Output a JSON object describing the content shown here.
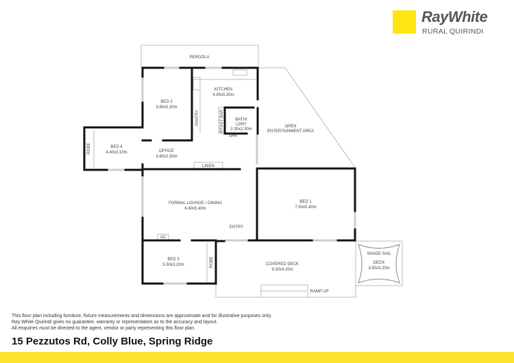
{
  "brand": {
    "name": "RayWhite",
    "office": "RURAL QUIRINDI",
    "accent_color": "#ffe512"
  },
  "floorplan": {
    "rooms": [
      {
        "name": "PERGOLA",
        "dims": ""
      },
      {
        "name": "KITCHEN",
        "dims": "4.90x5.30m"
      },
      {
        "name": "BED 2",
        "dims": "3.80x5.30m"
      },
      {
        "name": "PANTRY",
        "dims": ""
      },
      {
        "name": "B'FAST BAR",
        "dims": ""
      },
      {
        "name": "BATH/",
        "name2": "LDRY",
        "dims": "2.30x2.30m"
      },
      {
        "name": "SHR",
        "dims": ""
      },
      {
        "name": "OPEN",
        "name2": "ENTERTAINMENT AREA",
        "dims": ""
      },
      {
        "name": "BED 4",
        "dims": "4.40x3.10m"
      },
      {
        "name": "ROBE",
        "dims": ""
      },
      {
        "name": "OFFICE",
        "dims": "3.80x2.30m"
      },
      {
        "name": "LINEN",
        "dims": ""
      },
      {
        "name": "FORMAL LOUNGE / DINING",
        "dims": "6.40x5.40m"
      },
      {
        "name": "ENTRY",
        "dims": ""
      },
      {
        "name": "BED 1",
        "dims": "7.50x5.40m"
      },
      {
        "name": "AC",
        "dims": ""
      },
      {
        "name": "BED 3",
        "dims": "5.50x3.20m"
      },
      {
        "name": "ROBE",
        "dims": ""
      },
      {
        "name": "COVERED DECK",
        "dims": "9.30x4.20m"
      },
      {
        "name": "SHADE SAIL",
        "dims": ""
      },
      {
        "name": "DECK",
        "dims": "3.50x3.20m"
      },
      {
        "name": "RAMP UP",
        "dims": ""
      }
    ]
  },
  "disclaimer": {
    "line1": "This floor plan including furniture, fixture measurements and dimensions are approximate and for illustrative purposes only.",
    "line2": "Ray White Quirindi gives no guarantee, warranty or representation as to the accuracy and layout.",
    "line3": "All enquiries must be directed to the agent, vendor or party representing this floor plan."
  },
  "address": "15 Pezzutos Rd, Colly Blue, Spring Ridge"
}
